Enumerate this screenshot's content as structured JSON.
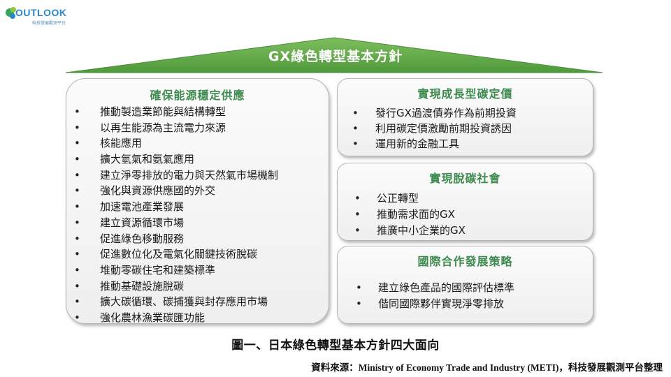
{
  "logo": {
    "wordmark": "OUTLOOK",
    "subtitle": "科技發展觀測平台"
  },
  "roof_title": "GX綠色轉型基本方針",
  "panels": {
    "energy": {
      "title": "確保能源穩定供應",
      "items": [
        "推動製造業節能與結構轉型",
        "以再生能源為主流電力來源",
        "核能應用",
        "擴大氫氣和氨氣應用",
        "建立淨零排放的電力與天然氣市場機制",
        "強化與資源供應國的外交",
        "加速電池產業發展",
        "建立資源循環市場",
        "促進綠色移動服務",
        "促進數位化及電氣化關鍵技術脫碳",
        "堆動零碳住宅和建築標準",
        "推動基礎設施脫碳",
        "擴大碳循環、碳捕獲與封存應用市場",
        "強化農林漁業碳匯功能"
      ]
    },
    "carbon_pricing": {
      "title": "實現成長型碳定價",
      "items": [
        "發行GX過渡債券作為前期投資",
        "利用碳定價激勵前期投資誘因",
        "運用新的金融工具"
      ]
    },
    "society": {
      "title": "實現脫碳社會",
      "items": [
        "公正轉型",
        "推動需求面的GX",
        "推廣中小企業的GX"
      ]
    },
    "international": {
      "title": "國際合作發展策略",
      "items": [
        "建立綠色產品的國際評估標準",
        "偕同國際夥伴實現淨零排放"
      ]
    }
  },
  "caption": "圖一、日本綠色轉型基本方針四大面向",
  "source": "資料來源：Ministry of Economy Trade and Industry (METI)，科技發展觀測平台整理",
  "colors": {
    "roof_green": "#5aa046",
    "title_green": "#3d8a4f",
    "logo_blue": "#2a88c8"
  }
}
